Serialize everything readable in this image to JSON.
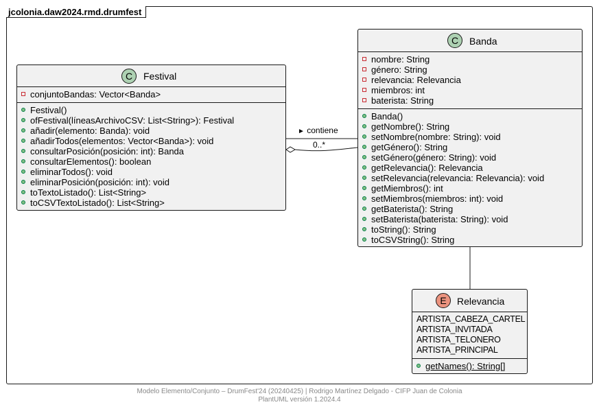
{
  "package": {
    "name": "jcolonia.daw2024.rmd.drumfest"
  },
  "festival": {
    "badge": "C",
    "name": "Festival",
    "fields": [
      "conjuntoBandas: Vector<Banda>"
    ],
    "methods": [
      "Festival()",
      "ofFestival(líneasArchivoCSV: List<String>): Festival",
      "añadir(elemento: Banda): void",
      "añadirTodos(elementos: Vector<Banda>): void",
      "consultarPosición(posición: int): Banda",
      "consultarElementos(): boolean",
      "eliminarTodos(): void",
      "eliminarPosición(posición: int): void",
      "toTextoListado(): List<String>",
      "toCSVTextoListado(): List<String>"
    ]
  },
  "banda": {
    "badge": "C",
    "name": "Banda",
    "fields": [
      "nombre: String",
      "género: String",
      "relevancia: Relevancia",
      "miembros: int",
      "baterista: String"
    ],
    "methods": [
      "Banda()",
      "getNombre(): String",
      "setNombre(nombre: String): void",
      "getGénero(): String",
      "setGénero(género: String): void",
      "getRelevancia(): Relevancia",
      "setRelevancia(relevancia: Relevancia): void",
      "getMiembros(): int",
      "setMiembros(miembros: int): void",
      "getBaterista(): String",
      "setBaterista(baterista: String): void",
      "toString(): String",
      "toCSVString(): String"
    ]
  },
  "relevancia": {
    "badge": "E",
    "name": "Relevancia",
    "values": [
      "ARTISTA_CABEZA_CARTEL",
      "ARTISTA_INVITADA",
      "ARTISTA_TELONERO",
      "ARTISTA_PRINCIPAL"
    ],
    "methods": [
      "getNames(): String[]"
    ]
  },
  "association": {
    "label": "contiene",
    "arrow": "►",
    "multiplicity": "0..*"
  },
  "footer": {
    "line1": "Modelo Elemento/Conjunto – DrumFest'24 (20240425) | Rodrigo Martínez Delgado - CIFP Juan de Colonia",
    "line2": "PlantUML versión 1.2024.4"
  }
}
